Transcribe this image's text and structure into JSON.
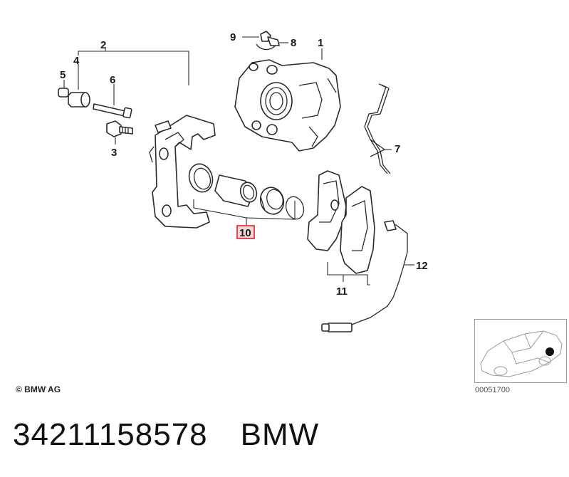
{
  "diagram": {
    "callouts": {
      "c1": "1",
      "c2": "2",
      "c3": "3",
      "c4": "4",
      "c5": "5",
      "c6": "6",
      "c7": "7",
      "c8": "8",
      "c9": "9",
      "c10": "10",
      "c11": "11",
      "c12": "12"
    },
    "highlight_color": "#d9232e"
  },
  "footer": {
    "copyright": "© BMW AG",
    "thumbnail_code": "00051700"
  },
  "caption": {
    "part_number": "34211158578",
    "brand": "BMW"
  }
}
